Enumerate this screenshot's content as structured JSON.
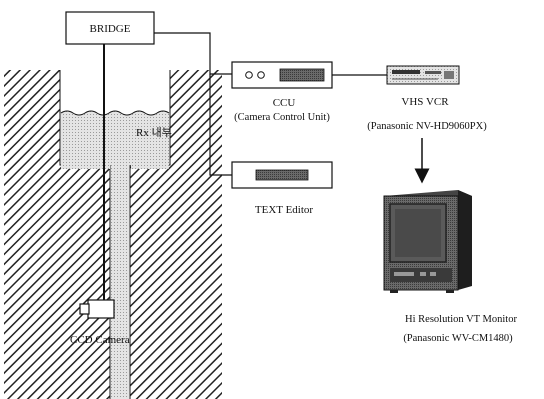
{
  "labels": {
    "bridge": "BRIDGE",
    "rx": "Rx 내부",
    "ccd": "CCD Camera",
    "ccu_name": "CCU",
    "ccu_full": "(Camera Control Unit)",
    "text_editor": "TEXT Editor",
    "vcr_name": "VHS VCR",
    "vcr_model": "(Panasonic NV-HD9060PX)",
    "monitor_name": "Hi Resolution VT Monitor",
    "monitor_model": "(Panasonic WV-CM1480)"
  },
  "colors": {
    "line": "#111111",
    "hatch": "#222222",
    "water": "#d9d9d9",
    "device_fill": "#ffffff",
    "display_slot": "#7a7a7a",
    "monitor_body": "#2b2b2b",
    "monitor_screen": "#555555"
  },
  "icons": [
    "ccd-camera-icon",
    "vhs-vcr-icon",
    "monitor-icon",
    "arrow-down-icon"
  ]
}
